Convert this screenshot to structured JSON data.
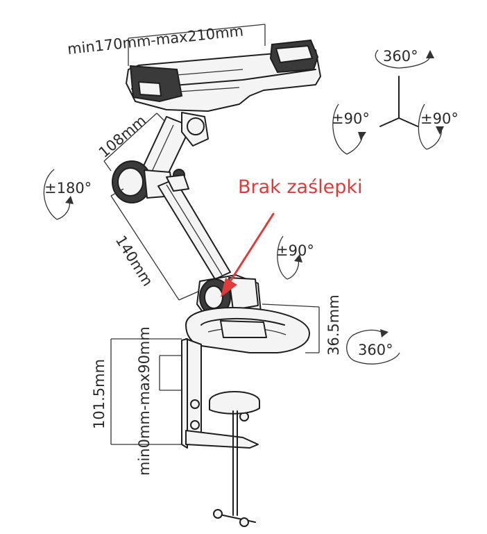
{
  "dimensions": {
    "holder_width": "min170mm-max210mm",
    "upper_arm": "108mm",
    "lower_arm": "140mm",
    "clamp_height": "101.5mm",
    "clamp_opening": "min0mm-max90mm",
    "base_height": "36.5mm"
  },
  "rotations": {
    "top_360": "360°",
    "tilt_left": "±90°",
    "tilt_right": "±90°",
    "elbow": "±180°",
    "joint": "±90°",
    "base": "360°"
  },
  "annotation": {
    "label": "Brak zaślepki",
    "color": "#e23a3a"
  }
}
